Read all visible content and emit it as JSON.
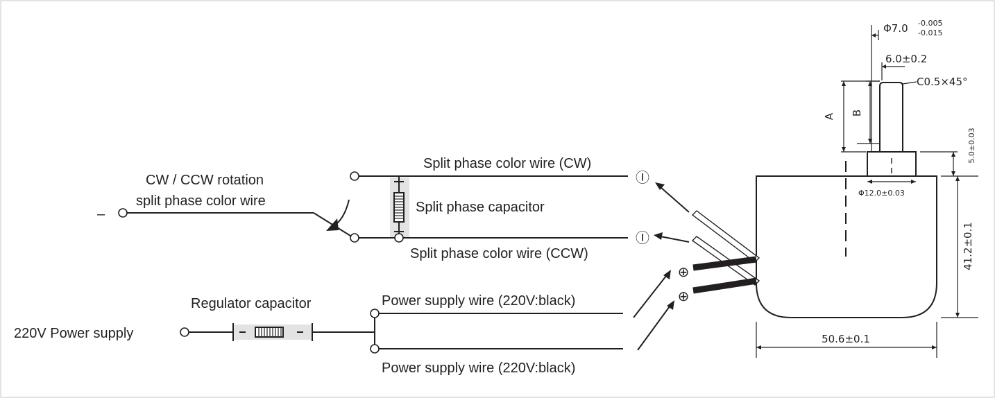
{
  "labels": {
    "cw_wire": "Split phase color wire (CW)",
    "ccw_wire": "Split phase color wire (CCW)",
    "rotation_line1": "CW / CCW rotation",
    "rotation_line2": "split phase color wire",
    "split_capacitor": "Split phase capacitor",
    "regulator_capacitor": "Regulator capacitor",
    "power_supply": "220V Power supply",
    "power_wire_top": "Power supply wire (220V:black)",
    "power_wire_bottom": "Power supply wire (220V:black)"
  },
  "symbols": {
    "split_top": "Ⓘ",
    "split_bottom": "Ⓘ",
    "power_top": "⊕",
    "power_bottom": "⊕",
    "minus": "–"
  },
  "dimensions": {
    "shaft_dia": "Φ7.0",
    "shaft_tol_upper": "-0.005",
    "shaft_tol_lower": "-0.015",
    "flat": "6.0±0.2",
    "chamfer": "C0.5×45°",
    "a": "A",
    "b": "B",
    "boss_height": "5.0±0.03",
    "boss_dia": "Φ12.0±0.03",
    "body_height": "41.2±0.1",
    "body_width": "50.6±0.1"
  }
}
